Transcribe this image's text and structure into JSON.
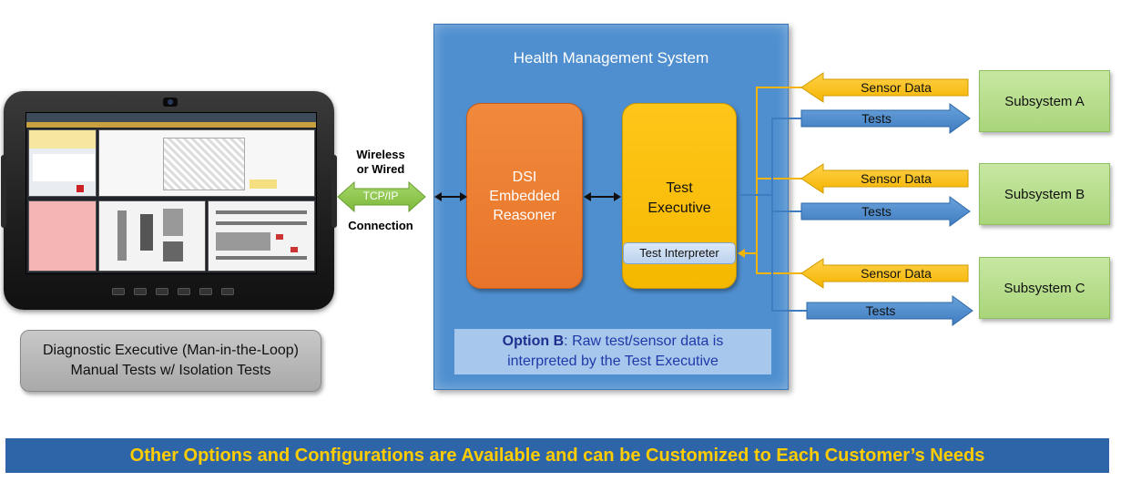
{
  "hms": {
    "title": "Health Management System"
  },
  "dsi": {
    "line1": "DSI",
    "line2": "Embedded",
    "line3": "Reasoner"
  },
  "test_executive": {
    "line1": "Test",
    "line2": "Executive",
    "interpreter": "Test Interpreter"
  },
  "option": {
    "bold": "Option B",
    "rest1": ": Raw test/sensor data is",
    "line2": "interpreted by the Test Executive"
  },
  "connection": {
    "line1": "Wireless",
    "line2": "or Wired",
    "protocol": "TCP/IP",
    "footer": "Connection"
  },
  "diagnostic_executive": {
    "line1": "Diagnostic Executive (Man-in-the-Loop)",
    "line2": "Manual Tests w/ Isolation Tests"
  },
  "subsystems": [
    {
      "name": "Subsystem A",
      "sensor_label": "Sensor Data",
      "tests_label": "Tests"
    },
    {
      "name": "Subsystem B",
      "sensor_label": "Sensor Data",
      "tests_label": "Tests"
    },
    {
      "name": "Subsystem C",
      "sensor_label": "Sensor Data",
      "tests_label": "Tests"
    }
  ],
  "banner": {
    "text": "Other Options and Configurations are Available and can be Customized to Each Customer’s Needs"
  },
  "colors": {
    "hms_blue": "#4f8fcf",
    "dsi_orange": "#e8742a",
    "test_exec_yellow": "#f5b800",
    "sensor_arrow": "#ffc000",
    "tests_arrow": "#4a86c8",
    "subsystem_green": "#a9d57a",
    "tcp_green": "#8cc63f",
    "banner_blue": "#2d65a8",
    "banner_text": "#ffcc00"
  }
}
